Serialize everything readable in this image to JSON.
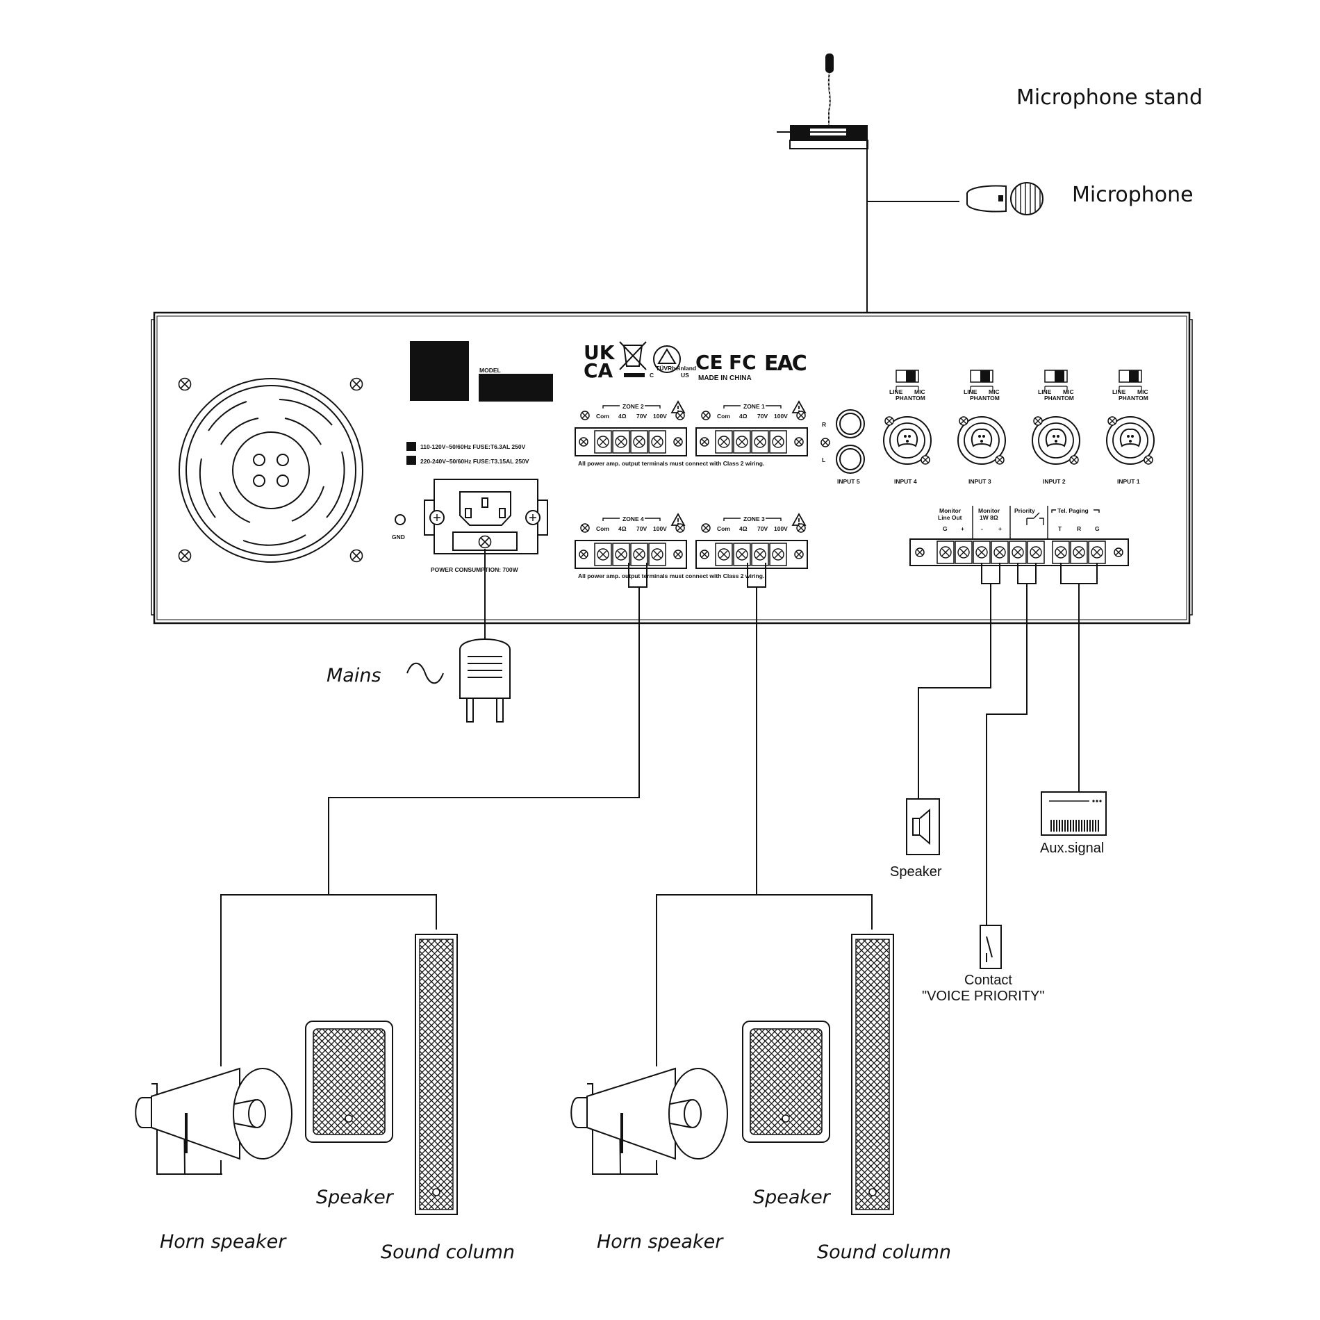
{
  "sources": {
    "mic_stand": "Microphone stand",
    "microphone": "Microphone"
  },
  "panel": {
    "model_label": "MODEL",
    "cert": {
      "uk": "UK",
      "ca": "CA",
      "made_in": "MADE IN CHINA",
      "ce": "CE",
      "fc": "FC",
      "eac": "EAC",
      "c_mark": "C",
      "us_mark": "US",
      "tuv_mark": "TÜVRheinland"
    },
    "voltage_1": "110-120V~50/60Hz  FUSE:T6.3AL 250V",
    "voltage_2": "220-240V~50/60Hz  FUSE:T3.15AL 250V",
    "gnd": "GND",
    "power": "POWER CONSUMPTION: 700W",
    "zone_terms": [
      "Com",
      "4Ω",
      "70V",
      "100V"
    ],
    "zones": {
      "z2": "ZONE 2",
      "z1": "ZONE 1",
      "z4": "ZONE 4",
      "z3": "ZONE 3"
    },
    "class2_note": "All power amp. output terminals must connect with Class 2 wiring.",
    "rl": {
      "r": "R",
      "l": "L"
    },
    "inputs": {
      "in5": "INPUT 5",
      "in4": "INPUT 4",
      "in3": "INPUT 3",
      "in2": "INPUT 2",
      "in1": "INPUT 1"
    },
    "switch": {
      "line": "LINE",
      "mic": "MIC",
      "phantom": "PHANTOM"
    },
    "terminals": {
      "mon_line_1": "Monitor",
      "mon_line_2": "Line Out",
      "mon_1w_1": "Monitor",
      "mon_1w_2": "1W 8Ω",
      "priority": "Priority",
      "tel": "Tel. Paging",
      "g": "G",
      "plus": "+",
      "minus": "-",
      "t": "T",
      "r": "R"
    }
  },
  "labels": {
    "mains": "Mains",
    "speaker_aux": "Speaker",
    "aux_signal": "Aux.signal",
    "contact_1": "Contact",
    "contact_2": "\"VOICE PRIORITY\"",
    "horn_left": "Horn speaker",
    "speaker_left": "Speaker",
    "column_left": "Sound column",
    "horn_right": "Horn speaker",
    "speaker_right": "Speaker",
    "column_right": "Sound column"
  }
}
